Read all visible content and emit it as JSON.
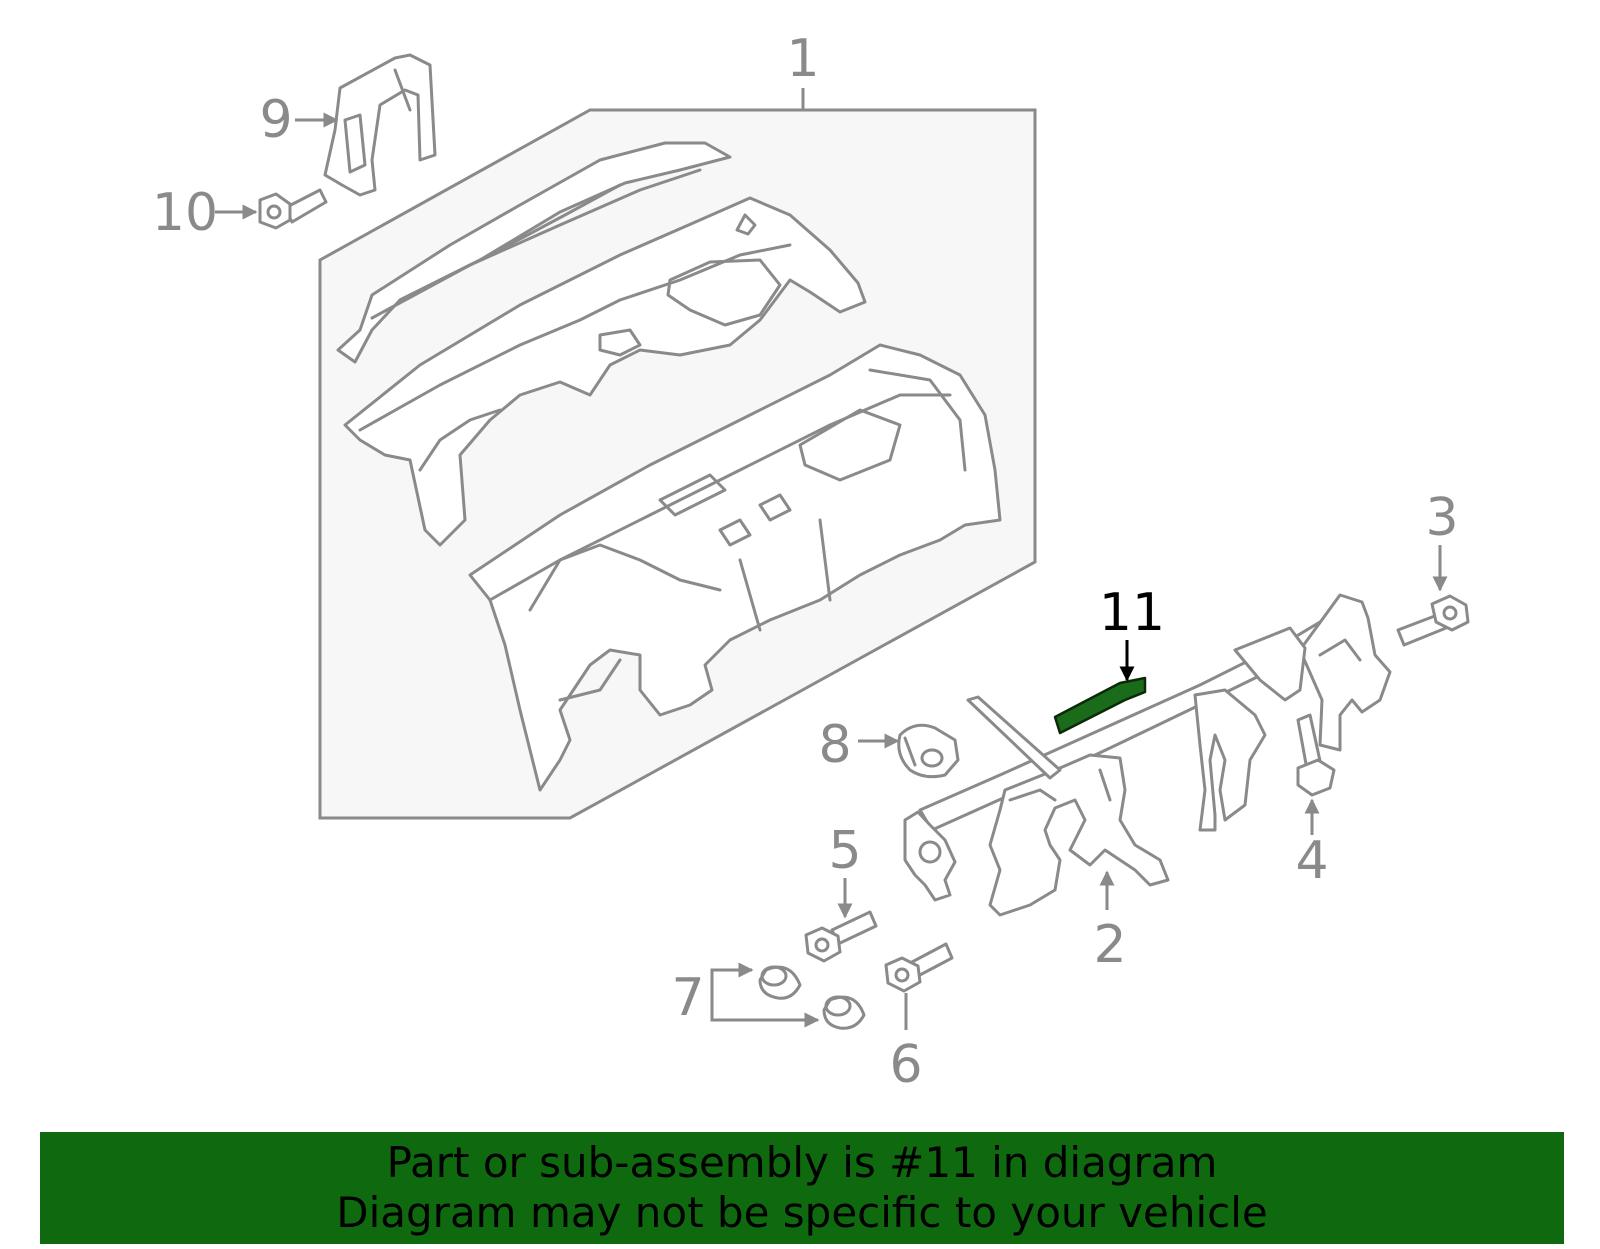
{
  "colors": {
    "line": "#8a8a8a",
    "highlight_part": "#1a6b1a",
    "banner_background": "#0f6a0f",
    "banner_text": "#000000",
    "panel_background": "#f7f7f7"
  },
  "callouts": [
    {
      "id": "1",
      "label": "1",
      "highlighted": false
    },
    {
      "id": "2",
      "label": "2",
      "highlighted": false
    },
    {
      "id": "3",
      "label": "3",
      "highlighted": false
    },
    {
      "id": "4",
      "label": "4",
      "highlighted": false
    },
    {
      "id": "5",
      "label": "5",
      "highlighted": false
    },
    {
      "id": "6",
      "label": "6",
      "highlighted": false
    },
    {
      "id": "7",
      "label": "7",
      "highlighted": false
    },
    {
      "id": "8",
      "label": "8",
      "highlighted": false
    },
    {
      "id": "9",
      "label": "9",
      "highlighted": false
    },
    {
      "id": "10",
      "label": "10",
      "highlighted": false
    },
    {
      "id": "11",
      "label": "11",
      "highlighted": true
    }
  ],
  "banner": {
    "line1": "Part or sub-assembly is #11 in diagram",
    "line2": "Diagram may not be specific to your vehicle"
  }
}
